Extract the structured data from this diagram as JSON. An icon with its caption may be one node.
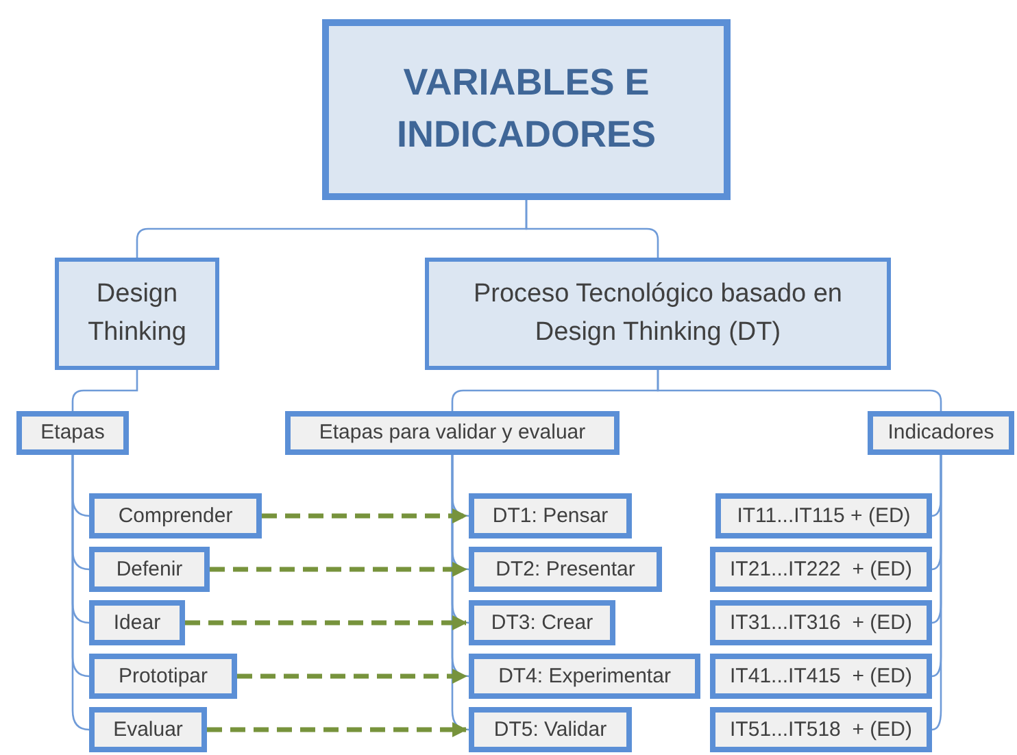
{
  "diagram": {
    "nodes": [
      {
        "text": [
          "VARIABLES E INDICADORES"
        ]
      },
      {
        "text": [
          "Design Thinking"
        ]
      },
      {
        "text": [
          "Proceso Tecnológico basado en Design Thinking (DT)"
        ]
      },
      {
        "text": [
          "Etapas"
        ]
      },
      {
        "text": [
          "Etapas para validar y evaluar"
        ]
      },
      {
        "text": [
          "Indicadores"
        ]
      },
      {
        "text": [
          "Comprender"
        ]
      },
      {
        "text": [
          "Defenir"
        ]
      },
      {
        "text": [
          "Idear"
        ]
      },
      {
        "text": [
          "Prototipar"
        ]
      },
      {
        "text": [
          "Evaluar"
        ]
      },
      {
        "text": [
          "DT1: Pensar"
        ]
      },
      {
        "text": [
          "DT2: Presentar"
        ]
      },
      {
        "text": [
          "DT3: Crear"
        ]
      },
      {
        "text": [
          "DT4: Experimentar"
        ]
      },
      {
        "text": [
          "DT5: Validar"
        ]
      },
      {
        "text": [
          "IT11...IT115 + (ED)"
        ]
      },
      {
        "text": [
          "IT21...IT222  + (ED)"
        ]
      },
      {
        "text": [
          "IT31...IT316  + (ED)"
        ]
      },
      {
        "text": [
          "IT41...IT415  + (ED)"
        ]
      },
      {
        "text": [
          "IT51...IT518  + (ED)"
        ]
      }
    ],
    "edges": [
      {
        "from": 0,
        "to": 1,
        "arrow": "none"
      },
      {
        "from": 0,
        "to": 2,
        "arrow": "none"
      },
      {
        "from": 1,
        "to": 3,
        "arrow": "none"
      },
      {
        "from": 2,
        "to": 4,
        "arrow": "none"
      },
      {
        "from": 2,
        "to": 5,
        "arrow": "none"
      },
      {
        "from": 3,
        "to": 6,
        "arrow": "none"
      },
      {
        "from": 3,
        "to": 7,
        "arrow": "none"
      },
      {
        "from": 3,
        "to": 8,
        "arrow": "none"
      },
      {
        "from": 3,
        "to": 9,
        "arrow": "none"
      },
      {
        "from": 3,
        "to": 10,
        "arrow": "none"
      },
      {
        "from": 4,
        "to": 11,
        "arrow": "none"
      },
      {
        "from": 4,
        "to": 12,
        "arrow": "none"
      },
      {
        "from": 4,
        "to": 13,
        "arrow": "none"
      },
      {
        "from": 4,
        "to": 14,
        "arrow": "none"
      },
      {
        "from": 4,
        "to": 15,
        "arrow": "none"
      },
      {
        "from": 5,
        "to": 16,
        "arrow": "none"
      },
      {
        "from": 5,
        "to": 17,
        "arrow": "none"
      },
      {
        "from": 5,
        "to": 18,
        "arrow": "none"
      },
      {
        "from": 5,
        "to": 19,
        "arrow": "none"
      },
      {
        "from": 5,
        "to": 20,
        "arrow": "none"
      },
      {
        "from": 6,
        "to": 11,
        "arrow": "to",
        "style": "dashed",
        "color": "#77933c"
      },
      {
        "from": 7,
        "to": 12,
        "arrow": "to",
        "style": "dashed",
        "color": "#77933c"
      },
      {
        "from": 8,
        "to": 13,
        "arrow": "to",
        "style": "dashed",
        "color": "#77933c"
      },
      {
        "from": 9,
        "to": 14,
        "arrow": "to",
        "style": "dashed",
        "color": "#77933c"
      },
      {
        "from": 10,
        "to": 15,
        "arrow": "to",
        "style": "dashed",
        "color": "#77933c"
      }
    ]
  }
}
